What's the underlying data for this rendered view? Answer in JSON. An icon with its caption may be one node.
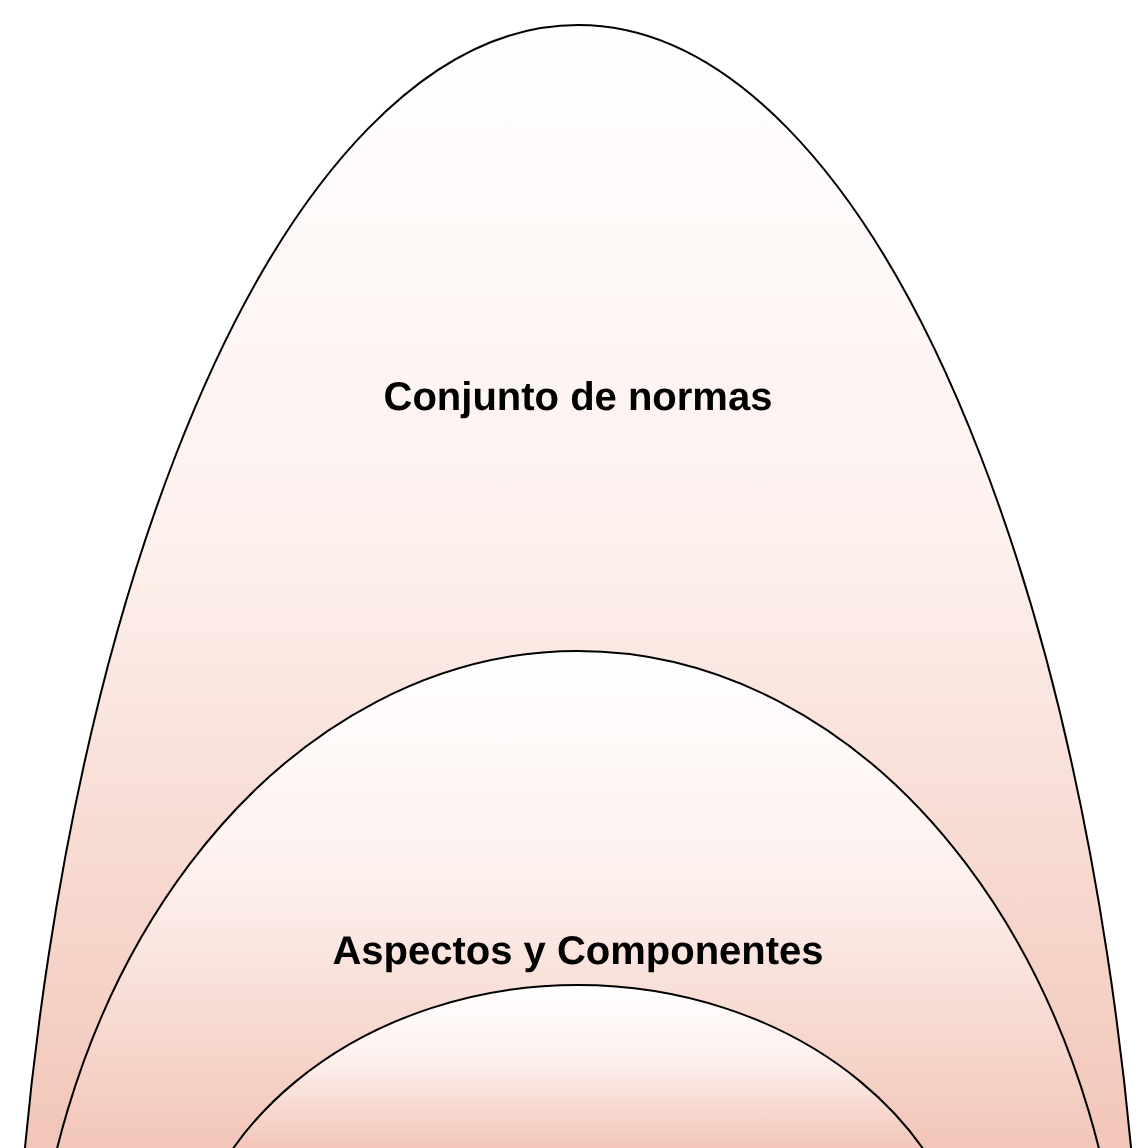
{
  "diagram": {
    "nodes": [
      {
        "text": [
          "Conjunto de normas"
        ]
      },
      {
        "text": [
          "Aspectos y Componentes"
        ],
        "in": 0
      },
      {
        "text": [],
        "shape": "ellipse",
        "in": 1
      }
    ]
  }
}
